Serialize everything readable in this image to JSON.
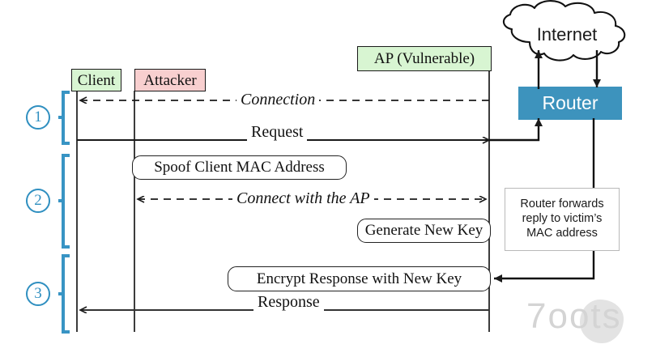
{
  "diagram": {
    "title": "Key Reinstallation / MAC spoofing attack sequence diagram",
    "colors": {
      "client_fill": "#d8f5d2",
      "attacker_fill": "#f8cfcf",
      "ap_fill": "#d8f5d2",
      "router_fill": "#3d93bd",
      "router_text": "#ffffff",
      "step_accent": "#2f8fc0",
      "line": "#1a1a1a",
      "note_border": "#b9b9b9",
      "watermark": "#d4d4d4"
    },
    "actors": [
      {
        "id": "client",
        "label": "Client"
      },
      {
        "id": "attacker",
        "label": "Attacker"
      },
      {
        "id": "ap",
        "label": "AP (Vulnerable)"
      }
    ],
    "network": {
      "cloud_label": "Internet",
      "router_label": "Router"
    },
    "steps": [
      {
        "number": "1"
      },
      {
        "number": "2"
      },
      {
        "number": "3"
      }
    ],
    "messages": [
      {
        "id": "connection",
        "label": "Connection",
        "style": "dashed",
        "direction": "ap-to-client"
      },
      {
        "id": "request",
        "label": "Request",
        "style": "solid",
        "direction": "client-to-router"
      },
      {
        "id": "connect_with_ap",
        "label": "Connect with the AP",
        "style": "dashed",
        "direction": "bidirectional"
      },
      {
        "id": "response",
        "label": "Response",
        "style": "solid",
        "direction": "ap-to-client"
      }
    ],
    "activities": [
      {
        "id": "spoof",
        "label": "Spoof Client MAC Address"
      },
      {
        "id": "generate_key",
        "label": "Generate New Key"
      },
      {
        "id": "encrypt_response",
        "label": "Encrypt Response with New Key"
      }
    ],
    "notes": [
      {
        "id": "router_forward",
        "line1": "Router forwards",
        "line2": "reply to victim’s",
        "line3": "MAC address"
      }
    ],
    "watermark": {
      "text": "7oots"
    }
  }
}
